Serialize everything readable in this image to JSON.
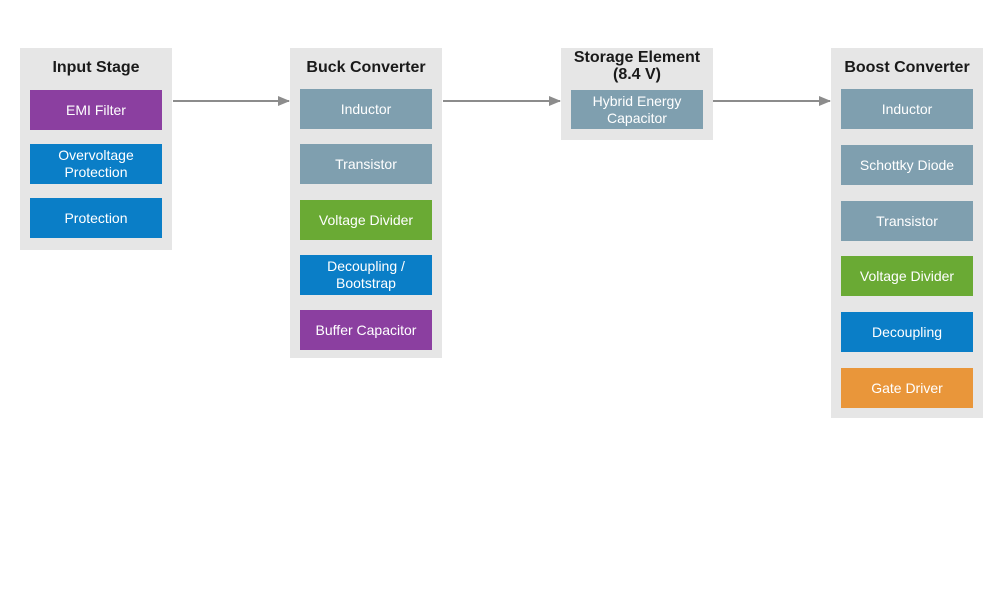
{
  "colors": {
    "stage_bg": "#e6e6e6",
    "arrow": "#8c8c8c",
    "purple": "#8b3fa0",
    "blue": "#0a7ec7",
    "gray": "#7f9faf",
    "green": "#6aaa34",
    "orange": "#e9963a"
  },
  "stages": [
    {
      "title": "Input Stage",
      "blocks": [
        {
          "label": "EMI Filter",
          "color": "purple"
        },
        {
          "label": "Overvoltage\nProtection",
          "color": "blue"
        },
        {
          "label": "Protection",
          "color": "blue"
        }
      ]
    },
    {
      "title": "Buck Converter",
      "blocks": [
        {
          "label": "Inductor",
          "color": "gray"
        },
        {
          "label": "Transistor",
          "color": "gray"
        },
        {
          "label": "Voltage Divider",
          "color": "green"
        },
        {
          "label": "Decoupling /\nBootstrap",
          "color": "blue"
        },
        {
          "label": "Buffer Capacitor",
          "color": "purple"
        }
      ]
    },
    {
      "title": "Storage Element\n(8.4 V)",
      "blocks": [
        {
          "label": "Hybrid Energy\nCapacitor",
          "color": "gray"
        }
      ]
    },
    {
      "title": "Boost Converter",
      "blocks": [
        {
          "label": "Inductor",
          "color": "gray"
        },
        {
          "label": "Schottky Diode",
          "color": "gray"
        },
        {
          "label": "Transistor",
          "color": "gray"
        },
        {
          "label": "Voltage Divider",
          "color": "green"
        },
        {
          "label": "Decoupling",
          "color": "blue"
        },
        {
          "label": "Gate Driver",
          "color": "orange"
        }
      ]
    }
  ]
}
